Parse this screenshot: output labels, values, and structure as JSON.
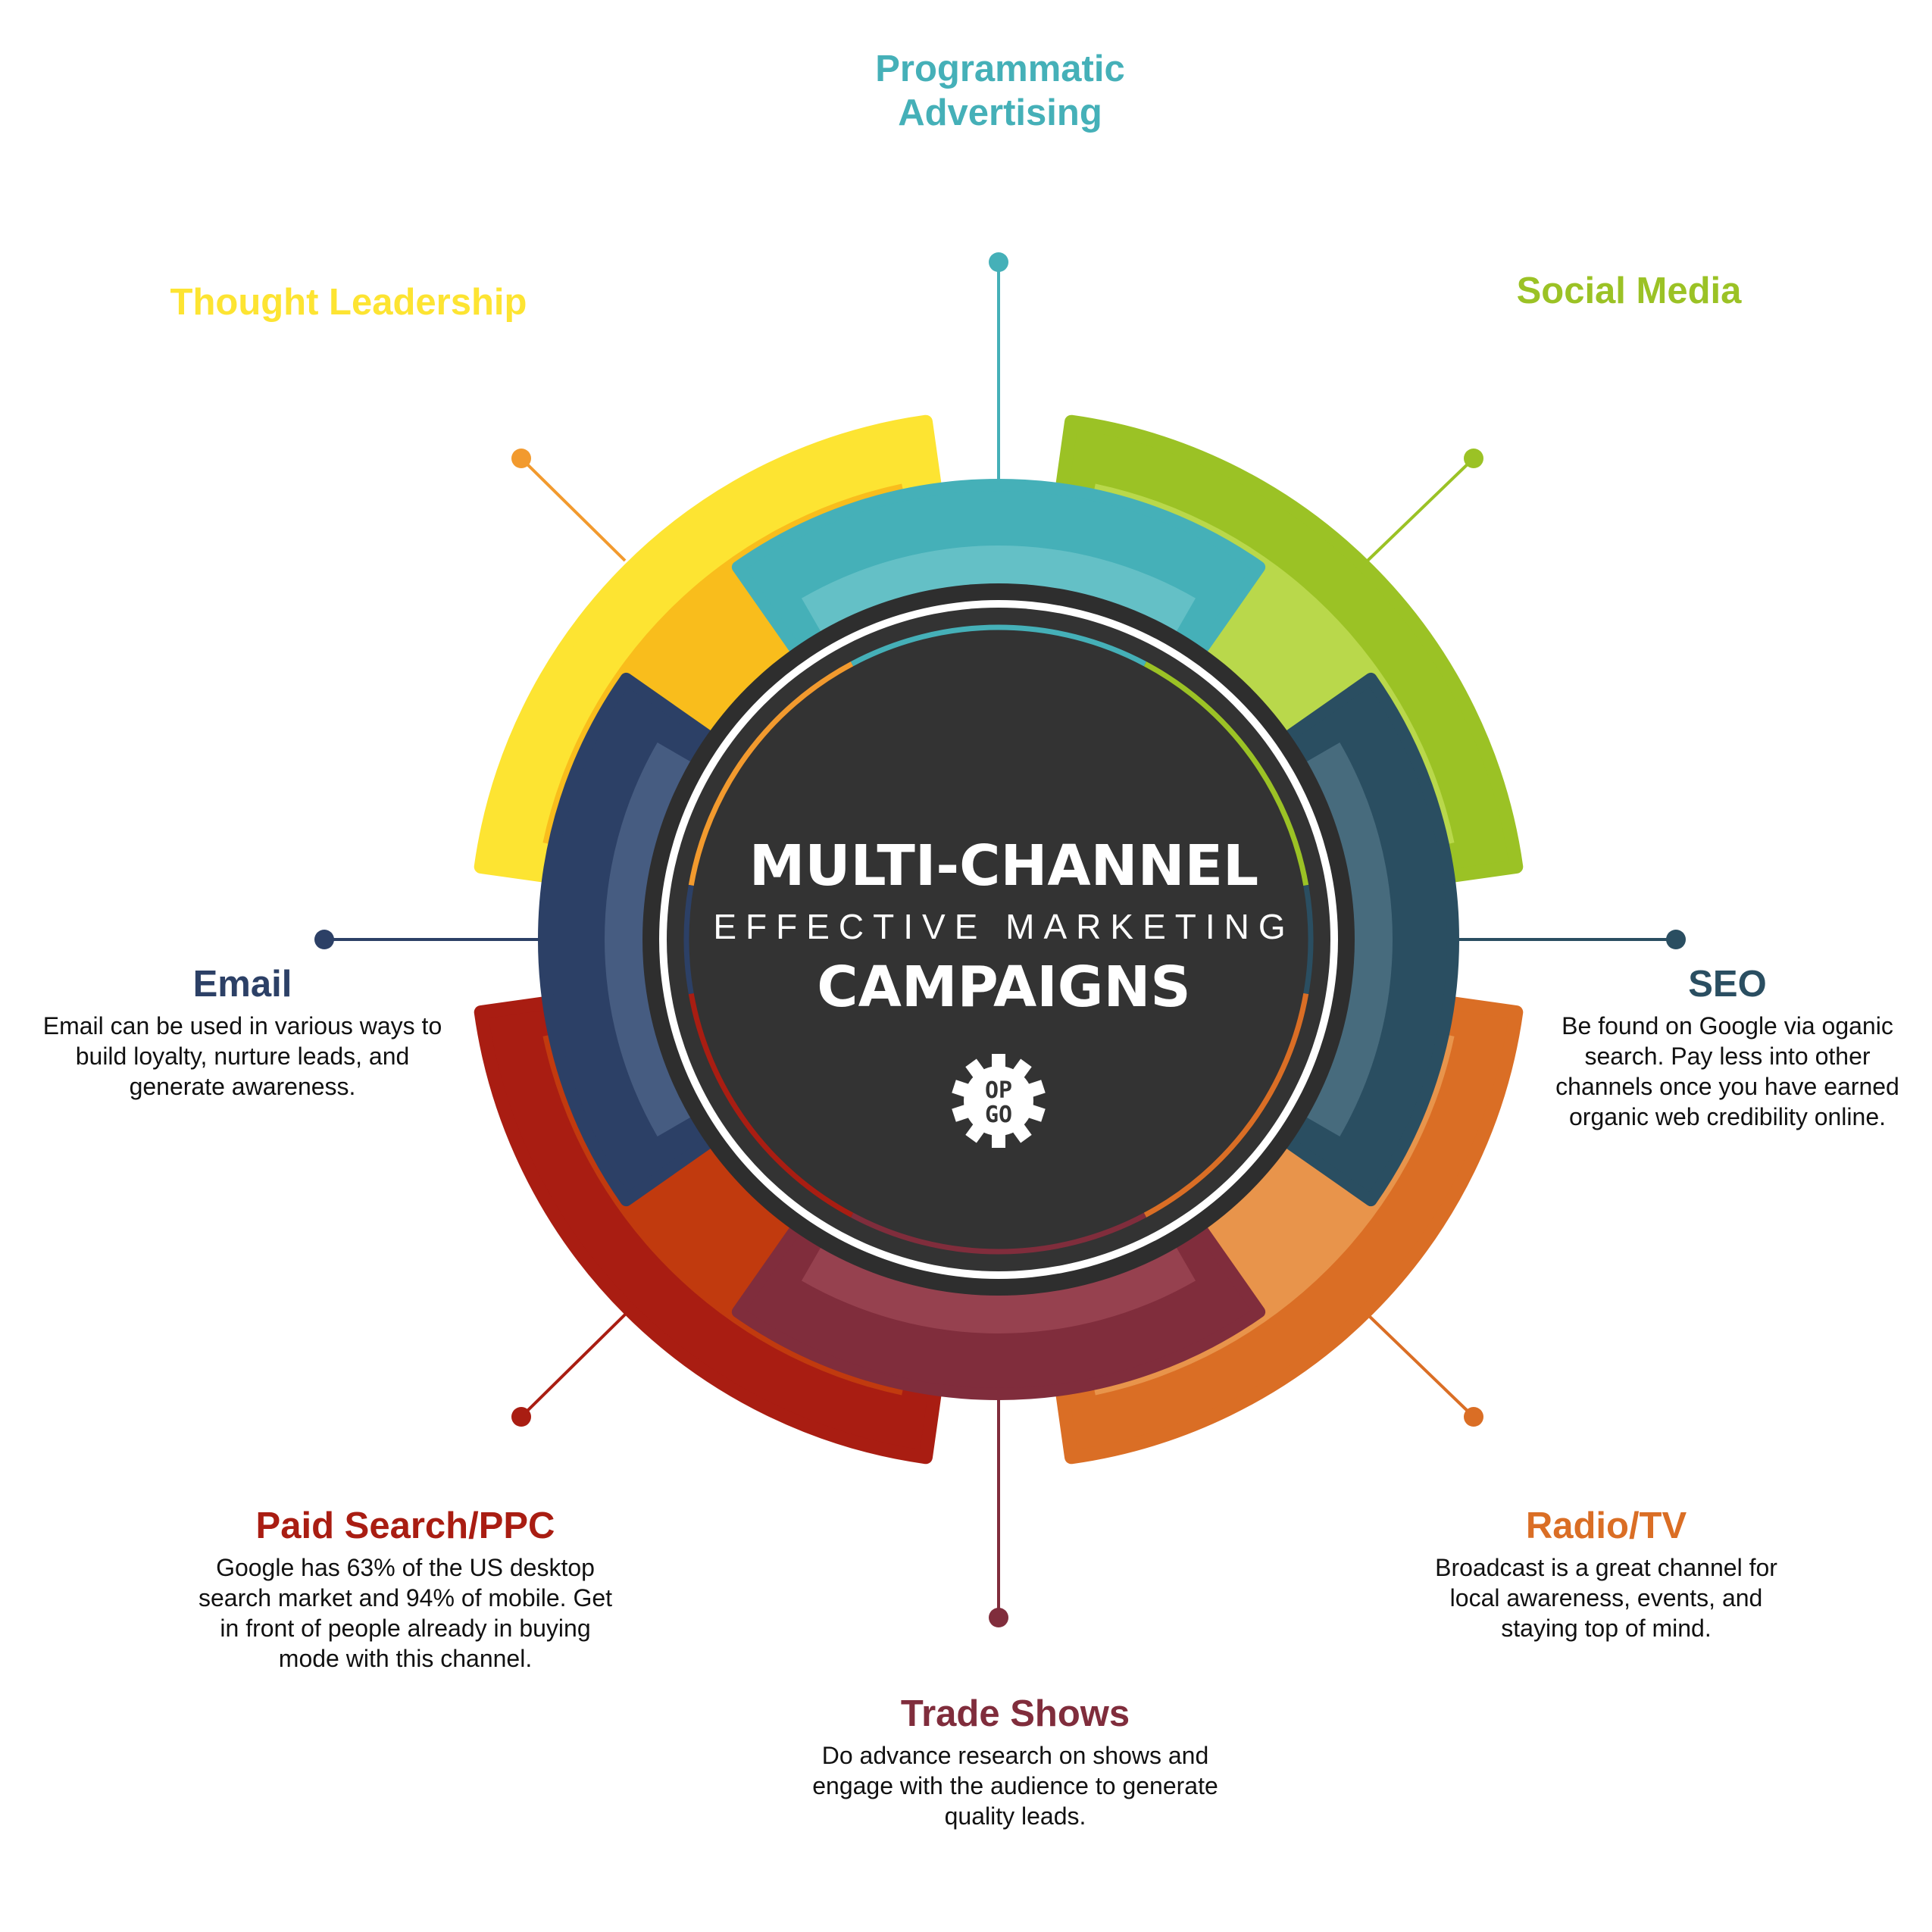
{
  "center": {
    "line1": "MULTI-CHANNEL",
    "line2": "EFFECTIVE MARKETING",
    "line3": "CAMPAIGNS",
    "logo_top": "OP",
    "logo_bottom": "GO"
  },
  "channels": {
    "programmatic": {
      "title": "Programmatic Advertising",
      "color": "#45B0B8"
    },
    "social": {
      "title": "Social Media",
      "color": "#9BC225"
    },
    "thought": {
      "title": "Thought Leadership",
      "color": "#FDE432"
    },
    "email": {
      "title": "Email",
      "color": "#2C4066",
      "desc": "Email can be used in various ways to build loyalty, nurture leads, and generate awareness."
    },
    "seo": {
      "title": "SEO",
      "color": "#2A4E61",
      "desc": "Be found on Google via oganic search. Pay less into other channels once you have earned organic web credibility online."
    },
    "ppc": {
      "title": "Paid Search/PPC",
      "color": "#A91D12",
      "desc": "Google has 63% of the US desktop search market and 94% of mobile. Get in front of people already in buying mode with this channel."
    },
    "radio": {
      "title": "Radio/TV",
      "color": "#DA6E25",
      "desc": "Broadcast is a great channel for local awareness, events, and staying top of mind."
    },
    "trade": {
      "title": "Trade Shows",
      "color": "#802D3C",
      "desc": "Do advance research on shows and engage with the audience to generate quality leads."
    }
  }
}
